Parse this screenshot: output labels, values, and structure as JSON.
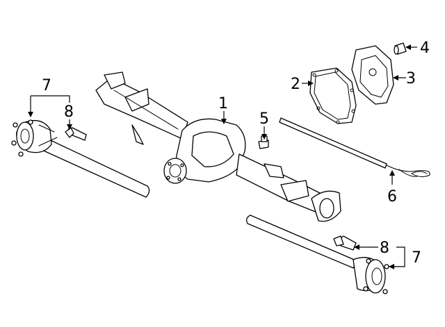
{
  "diagram": {
    "callouts": {
      "c1": "1",
      "c2": "2",
      "c3": "3",
      "c4": "4",
      "c5": "5",
      "c6": "6",
      "c7_left": "7",
      "c8_left": "8",
      "c8_right": "8",
      "c7_right": "7"
    }
  }
}
